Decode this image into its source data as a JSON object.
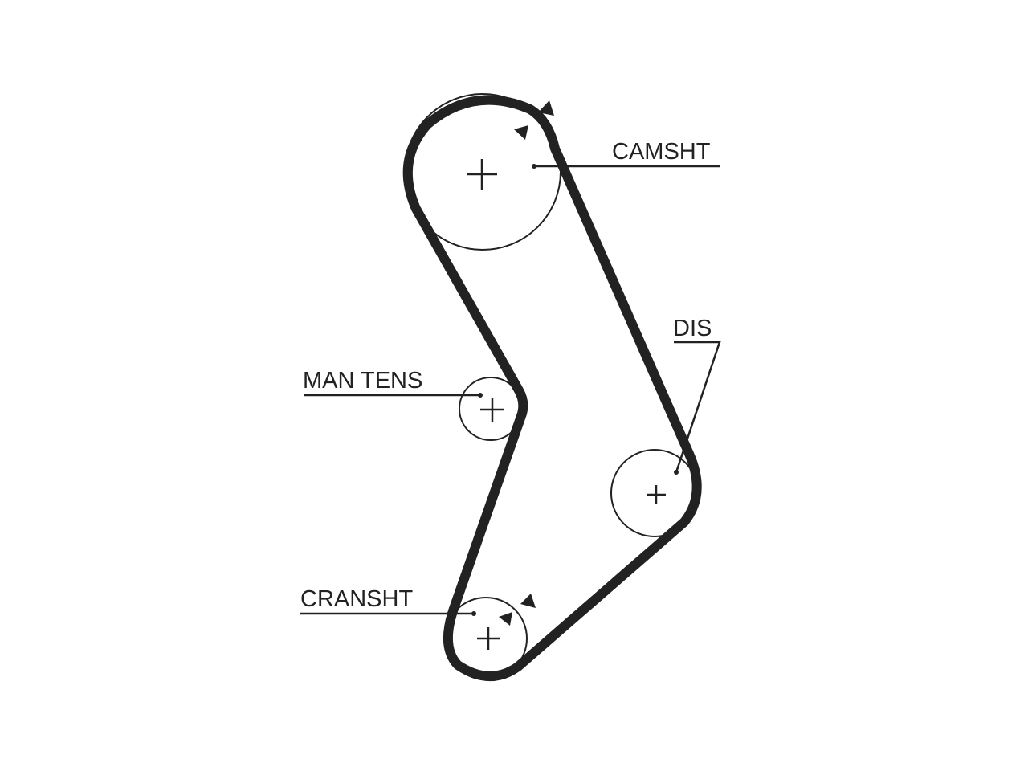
{
  "labels": {
    "camshaft": "CAMSHT",
    "distributor": "DIS",
    "manual_tensioner": "MAN TENS",
    "crankshaft": "CRANSHT"
  },
  "colors": {
    "ink": "#222222",
    "background": "#ffffff"
  }
}
